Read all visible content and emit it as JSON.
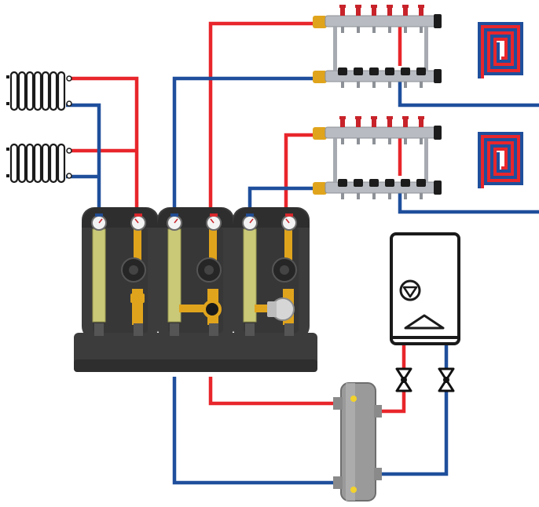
{
  "colors": {
    "supply": "#e8262b",
    "return": "#1f4f9c",
    "housing": "#3c3c3c",
    "housing_dark": "#2e2e2e",
    "pipe_yellow": "#c9c978",
    "brass": "#e0a41c",
    "manifold_bar": "#b8bcc2",
    "cap_red": "#c8232a",
    "cap_black": "#1c1c1c",
    "separator": "#9a9a9a",
    "separator_dot": "#f2d22c",
    "boiler_body": "#ffffff",
    "boiler_frame": "#1a1a1a",
    "valve": "#111111",
    "radiator": "#ffffff"
  },
  "components": {
    "radiators": {
      "count": 2,
      "sections_each": 7,
      "icon": "radiator-icon"
    },
    "manifolds": {
      "count": 2,
      "outlets_each": 6,
      "icon": "manifold-icon"
    },
    "floor_heating_coils": {
      "count": 2,
      "icon": "spiral-coil-icon"
    },
    "pump_groups": {
      "count": 3,
      "icon": "pump-group-icon"
    },
    "hydraulic_separator": {
      "count": 1,
      "icon": "hydraulic-separator-icon"
    },
    "boiler": {
      "count": 1,
      "icon": "boiler-icon"
    },
    "shutoff_valves": {
      "count": 2,
      "icon": "valve-icon"
    }
  }
}
